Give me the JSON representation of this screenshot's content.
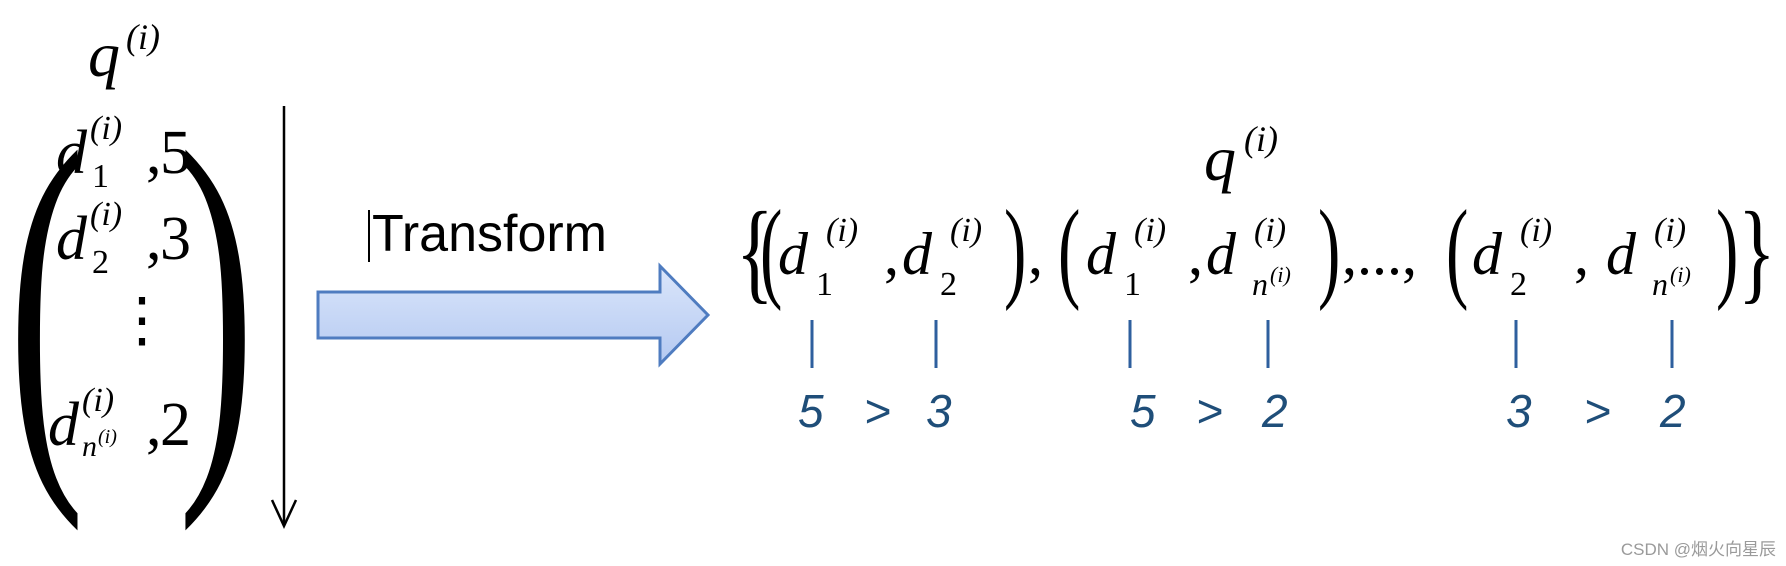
{
  "left_column": {
    "query": "q",
    "query_sup": "(i)",
    "rows": [
      {
        "d": "d",
        "sub": "1",
        "sup": "(i)",
        "comma": ",",
        "score": "5"
      },
      {
        "d": "d",
        "sub": "2",
        "sup": "(i)",
        "comma": ",",
        "score": "3"
      },
      {
        "d": "d",
        "sub": "n",
        "subsup": "(i)",
        "sup": "(i)",
        "comma": ",",
        "score": "2"
      }
    ],
    "vdots": "⋮"
  },
  "transform": {
    "label": "Transform"
  },
  "right_set": {
    "query": "q",
    "query_sup": "(i)",
    "open_brace": "{",
    "close_brace": "}",
    "ellipsis": ",...,",
    "pairs": [
      {
        "a_sub": "1",
        "b_sub": "2",
        "b_subsup": "",
        "left_score": "5",
        "gt": ">",
        "right_score": "3"
      },
      {
        "a_sub": "1",
        "b_sub": "n",
        "b_subsup": "(i)",
        "left_score": "5",
        "gt": ">",
        "right_score": "2"
      },
      {
        "a_sub": "2",
        "b_sub": "n",
        "b_subsup": "(i)",
        "left_score": "3",
        "gt": ">",
        "right_score": "2"
      }
    ],
    "d": "d",
    "sup": "(i)",
    "comma": ","
  },
  "colors": {
    "arrow_fill_top": "#dbe6fb",
    "arrow_fill_bottom": "#b4c9f1",
    "arrow_stroke": "#4f7cc0",
    "tick_color": "#2e5f9e",
    "score_color": "#1f4e79"
  },
  "watermark": "CSDN @烟火向星辰"
}
